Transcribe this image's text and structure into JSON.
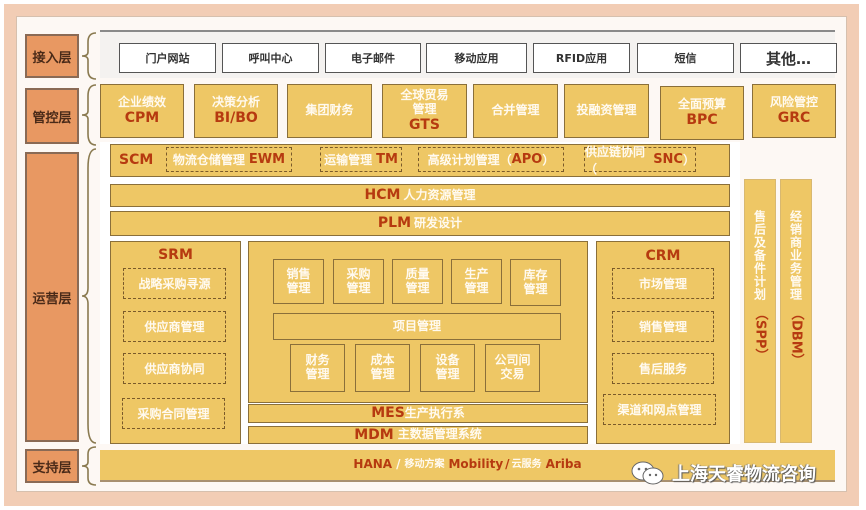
{
  "layers": [
    {
      "label": "接入层"
    },
    {
      "label": "管控层"
    },
    {
      "label": "运营层"
    },
    {
      "label": "支持层"
    }
  ],
  "access": {
    "items": [
      "门户网站",
      "呼叫中心",
      "电子邮件",
      "移动应用",
      "RFID应用",
      "短信",
      "其他…"
    ]
  },
  "control": {
    "items": [
      {
        "name": "企业绩效",
        "code": "CPM"
      },
      {
        "name": "决策分析",
        "code": "BI/BO"
      },
      {
        "name": "集团财务",
        "code": ""
      },
      {
        "name": "全球贸易\n管理",
        "code": "GTS"
      },
      {
        "name": "合并管理",
        "code": ""
      },
      {
        "name": "投融资管理",
        "code": ""
      },
      {
        "name": "全面预算",
        "code": "BPC"
      },
      {
        "name": "风险管控",
        "code": "GRC"
      }
    ]
  },
  "operations": {
    "scm": {
      "code": "SCM",
      "modules": [
        {
          "name": "物流仓储管理",
          "code": "EWM"
        },
        {
          "name": "运输管理",
          "code": "TM"
        },
        {
          "name": "高级计划管理（",
          "code": "APO",
          "suffix": "）"
        },
        {
          "name": "供应链协同（",
          "code": "SNC",
          "suffix": "）"
        }
      ]
    },
    "hcm": {
      "code": "HCM",
      "name": "人力资源管理"
    },
    "plm": {
      "code": "PLM",
      "name": "研发设计"
    },
    "srm": {
      "code": "SRM",
      "modules": [
        "战略采购寻源",
        "供应商管理",
        "供应商协同",
        "采购合同管理"
      ]
    },
    "erp": {
      "top": [
        "销售\n管理",
        "采购\n管理",
        "质量\n管理",
        "生产\n管理",
        "库存\n管理"
      ],
      "project": "项目管理",
      "bottom": [
        "财务\n管理",
        "成本\n管理",
        "设备\n管理",
        "公司间\n交易"
      ]
    },
    "mes": {
      "code": "MES",
      "name": "生产执行系"
    },
    "mdm": {
      "code": "MDM",
      "name": "主数据管理系统"
    },
    "crm": {
      "code": "CRM",
      "modules": [
        "市场管理",
        "销售管理",
        "售后服务",
        "渠道和网点管理"
      ]
    },
    "spp": {
      "name": "售后及备件计划",
      "code": "（SPP）"
    },
    "dbm": {
      "name": "经销商业务管理",
      "code": "（DBM）"
    }
  },
  "support": {
    "hana": "HANA",
    "sep1": "/",
    "mobile_cn": "移动方案",
    "mobility": "Mobility",
    "sep2": "/",
    "cloud_cn": "云服务",
    "ariba": "Ariba"
  },
  "watermark": {
    "icon": "wechat-icon",
    "text": "上海天睿物流咨询"
  },
  "colors": {
    "frame": "#f2cdb5",
    "layer_label": "#e89862",
    "module": "#eec765",
    "code_text": "#b63a10"
  }
}
